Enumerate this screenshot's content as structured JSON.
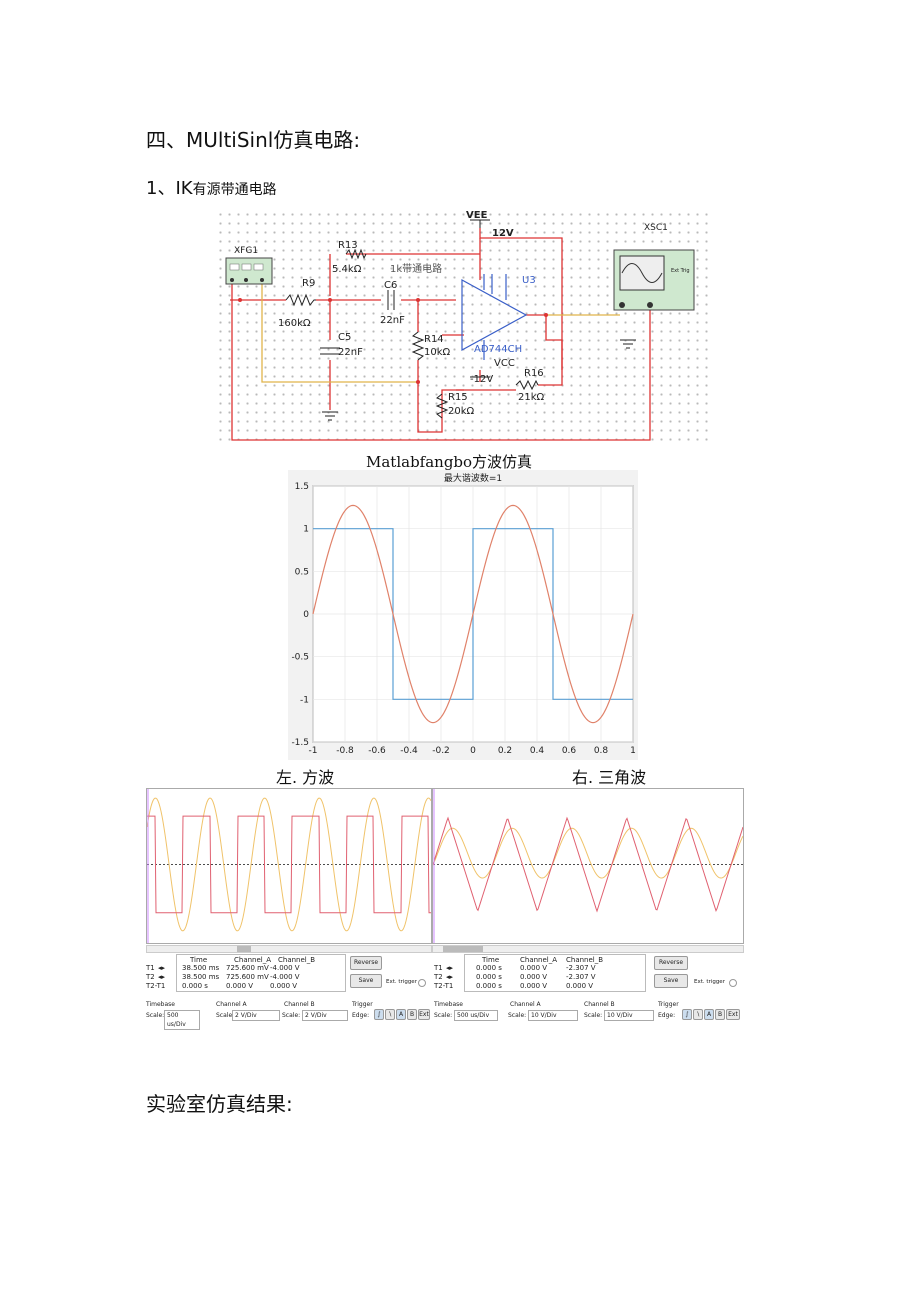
{
  "heading": "四、MUltiSinl仿真电路:",
  "subheading": {
    "num": "1、IK",
    "text": "有源带通电路"
  },
  "schematic": {
    "vee": "VEE",
    "vee_v": "12V",
    "xsc": "XSC1",
    "xfg": "XFG1",
    "r13": "R13",
    "r13_v": "5.4kΩ",
    "title": "1k带通电路",
    "u3": "U3",
    "r9": "R9",
    "r9_v": "160kΩ",
    "c6": "C6",
    "c6_v": "22nF",
    "c5": "C5",
    "c5_v": "22nF",
    "r14": "R14",
    "r14_v": "10kΩ",
    "opamp": "AD744CH",
    "vcc": "VCC",
    "vcc_v": "-12V",
    "r16": "R16",
    "r16_v": "21kΩ",
    "r15": "R15",
    "r15_v": "20kΩ",
    "ext_trig": "Ext Trig"
  },
  "matlab_caption": "Matlabfangbo方波仿真",
  "chart_data": {
    "type": "line",
    "title": "最大谐波数=1",
    "xlim": [
      -1,
      1
    ],
    "ylim": [
      -1.5,
      1.5
    ],
    "xticks": [
      "-1",
      "-0.8",
      "-0.6",
      "-0.4",
      "-0.2",
      "0",
      "0.2",
      "0.4",
      "0.6",
      "0.8",
      "1"
    ],
    "yticks": [
      "1.5",
      "1",
      "0.5",
      "0",
      "-0.5",
      "-1",
      "-1.5"
    ],
    "series": [
      {
        "kind": "square",
        "color": "#5a9fd4",
        "x": [
          -1,
          -0.5,
          -0.5,
          0,
          0,
          0.5,
          0.5,
          1
        ],
        "y": [
          1,
          1,
          -1,
          -1,
          1,
          1,
          -1,
          -1
        ]
      },
      {
        "kind": "sine",
        "color": "#e0826a",
        "amplitude": 1.273,
        "period": 1
      }
    ]
  },
  "left_label": "左. 方波",
  "right_label": "右. 三角波",
  "scope_left": {
    "t1": "T1",
    "t2": "T2",
    "t21": "T2-T1",
    "col_time": "Time",
    "col_a": "Channel_A",
    "col_b": "Channel_B",
    "rows": [
      [
        "38.500 ms",
        "725.600 mV",
        "-4.000 V"
      ],
      [
        "38.500 ms",
        "725.600 mV",
        "-4.000 V"
      ],
      [
        "0.000 s",
        "0.000 V",
        "0.000 V"
      ]
    ],
    "reverse": "Reverse",
    "save": "Save",
    "ext": "Ext. trigger",
    "timebase": "Timebase",
    "cha": "Channel A",
    "chb": "Channel B",
    "trigger": "Trigger",
    "scale_l": "Scale:",
    "tb_val": "500 us/Div",
    "a_val": "2 V/Div",
    "b_val": "2 V/Div",
    "edge": "Edge:",
    "tA": "A",
    "tB": "B",
    "tExt": "Ext"
  },
  "scope_right": {
    "t1": "T1",
    "t2": "T2",
    "t21": "T2-T1",
    "col_time": "Time",
    "col_a": "Channel_A",
    "col_b": "Channel_B",
    "rows": [
      [
        "0.000 s",
        "0.000 V",
        "-2.307 V"
      ],
      [
        "0.000 s",
        "0.000 V",
        "-2.307 V"
      ],
      [
        "0.000 s",
        "0.000 V",
        "0.000 V"
      ]
    ],
    "reverse": "Reverse",
    "save": "Save",
    "ext": "Ext. trigger",
    "timebase": "Timebase",
    "cha": "Channel A",
    "chb": "Channel B",
    "trigger": "Trigger",
    "scale_l": "Scale:",
    "tb_val": "500 us/Div",
    "a_val": "10 V/Div",
    "b_val": "10 V/Div",
    "edge": "Edge:",
    "tA": "A",
    "tB": "B",
    "tExt": "Ext"
  },
  "lab_heading": "实验室仿真结果:"
}
